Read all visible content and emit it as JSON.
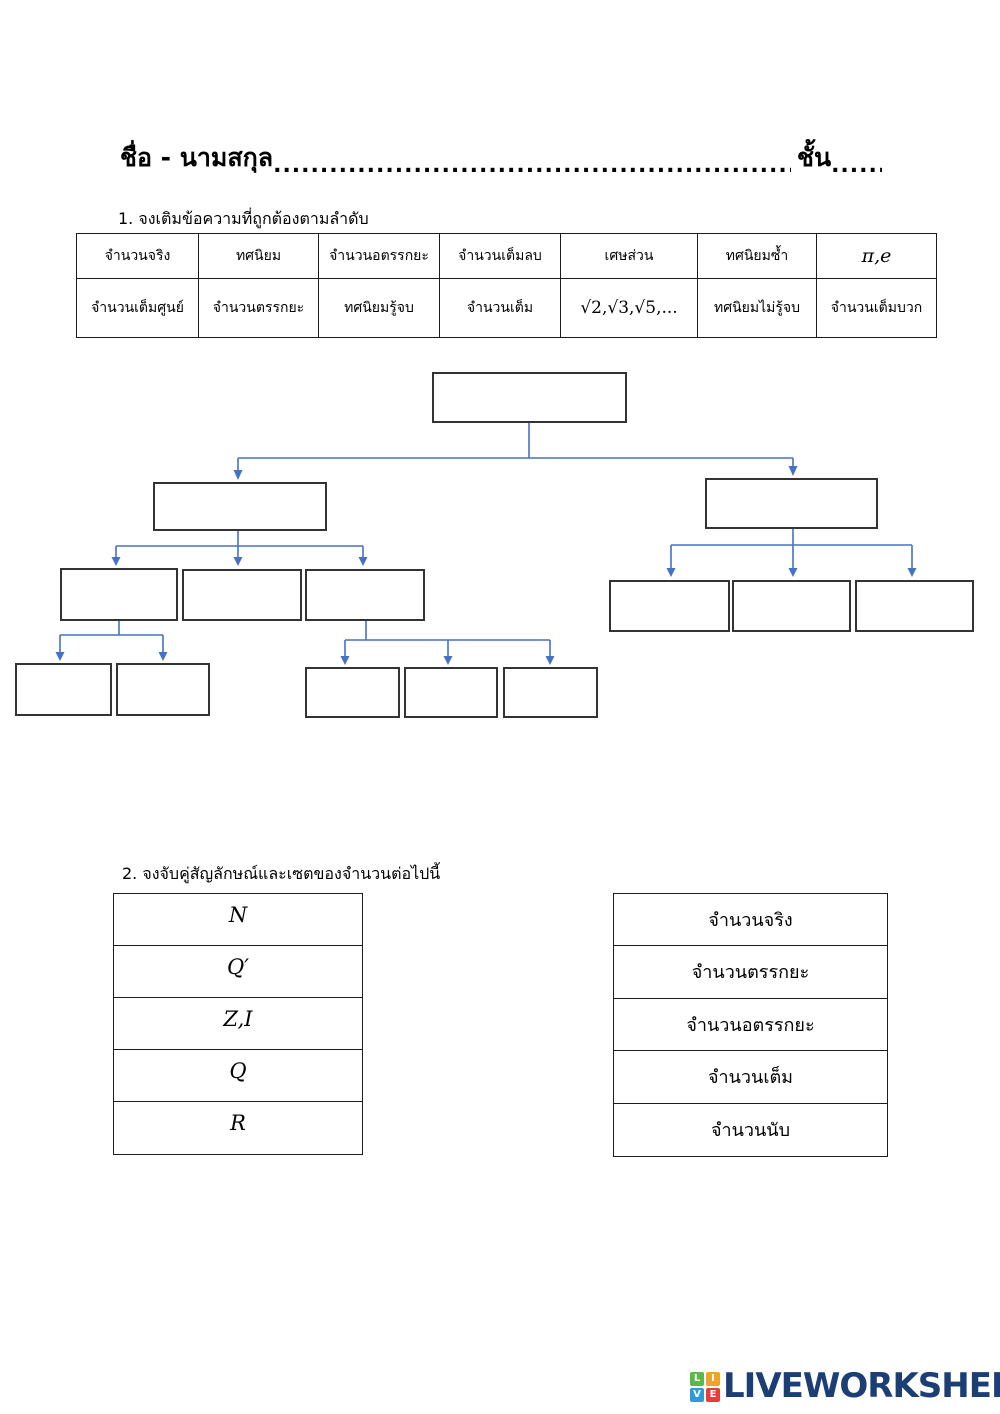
{
  "header": {
    "name_label": "ชื่อ - นามสกุล",
    "name_dots": "....................................................................................................",
    "class_label": "ชั้น",
    "class_dots": "....................."
  },
  "q1": {
    "label": "1. จงเติมข้อความที่ถูกต้องตามลำดับ"
  },
  "word_table": {
    "rows": [
      [
        "จำนวนจริง",
        "ทศนิยม",
        "จำนวนอตรรกยะ",
        "จำนวนเต็มลบ",
        "เศษส่วน",
        "ทศนิยมซ้ำ",
        "π,e"
      ],
      [
        "จำนวนเต็มศูนย์",
        "จำนวนตรรกยะ",
        "ทศนิยมรู้จบ",
        "จำนวนเต็ม",
        "√2,√3,√5,...",
        "ทศนิยมไม่รู้จบ",
        "จำนวนเต็มบวก"
      ]
    ]
  },
  "q2": {
    "label": "2. จงจับคู่สัญลักษณ์และเซตของจำนวนต่อไปนี้"
  },
  "symbols": [
    "N",
    "Q′",
    "Z,I",
    "Q",
    "R"
  ],
  "sets": [
    "จำนวนจริง",
    "จำนวนตรรกยะ",
    "จำนวนอตรรกยะ",
    "จำนวนเต็ม",
    "จำนวนนับ"
  ],
  "footer": {
    "brand": "LIVEWORKSHEETS",
    "icon_letters": [
      "L",
      "I",
      "V",
      "E"
    ]
  },
  "colors": {
    "connector_blue": "#4472C4",
    "box_border": "#333333",
    "brand_navy": "#1B3E74",
    "icon_green": "#5CB947",
    "icon_yellow": "#F0A32A",
    "icon_blue": "#2E9BD6",
    "icon_red": "#E63E3E"
  }
}
